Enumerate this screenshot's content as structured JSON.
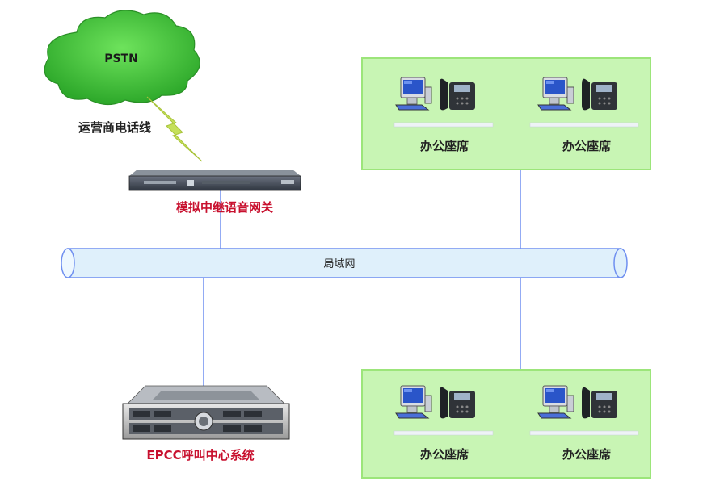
{
  "cloud": {
    "label": "PSTN"
  },
  "carrier_line": {
    "label": "运营商电话线"
  },
  "gateway": {
    "label": "模拟中继语音网关"
  },
  "lan": {
    "label": "局域网"
  },
  "server": {
    "label": "EPCC呼叫中心系统"
  },
  "seats": {
    "top": [
      {
        "label": "办公座席"
      },
      {
        "label": "办公座席"
      }
    ],
    "bottom": [
      {
        "label": "办公座席"
      },
      {
        "label": "办公座席"
      }
    ]
  },
  "colors": {
    "cloud": "#3fc23a",
    "panel": "#c8f5b4",
    "panel_border": "#9ce57a",
    "link": "#6f8ff0",
    "lan_fill": "#dff0fb",
    "lan_stroke": "#6f8ff0",
    "accent_red": "#c8102e",
    "lightning": "#c5e05a"
  }
}
